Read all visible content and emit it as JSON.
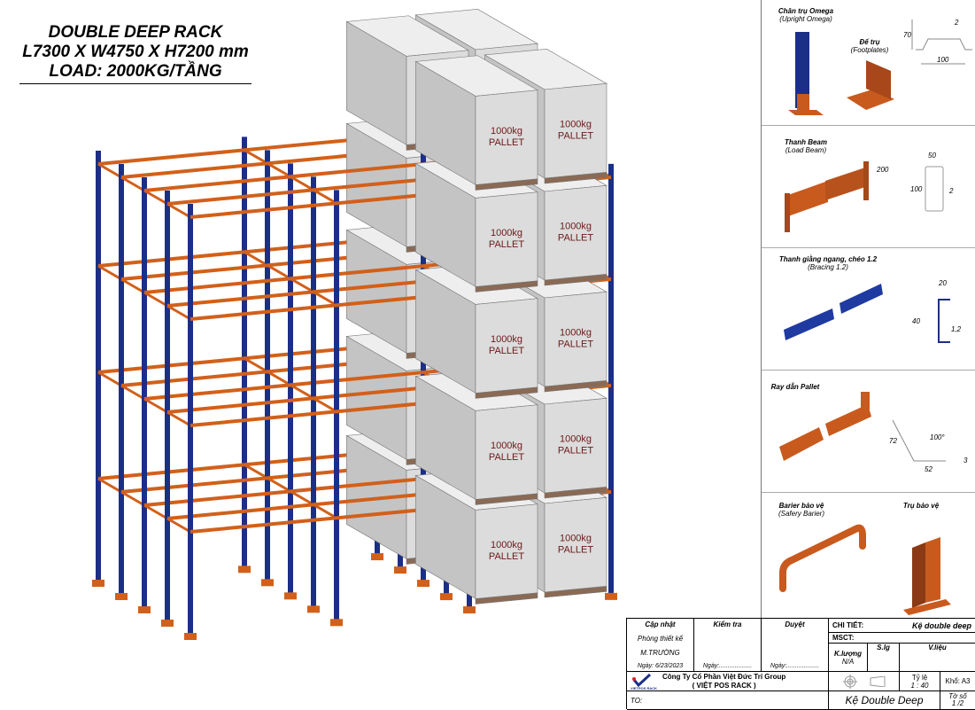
{
  "title": {
    "line1": "DOUBLE DEEP RACK",
    "line2": "L7300 X W4750 X H7200 mm",
    "line3": "LOAD: 2000KG/TẦNG"
  },
  "pallet": {
    "weight": "1000kg",
    "label": "PALLET"
  },
  "colors": {
    "upright": "#1c2f86",
    "beam": "#d2601a",
    "box": "#dcdcdc",
    "box_text": "#6b1a1a",
    "pallet": "#8a6a55"
  },
  "panel": {
    "upright": {
      "title": "Chân trụ Omega",
      "subtitle": "(Upright Omega)",
      "foot_title": "Đế trụ",
      "foot_subtitle": "(Footplates)",
      "dims": [
        "70",
        "2",
        "100"
      ]
    },
    "beam": {
      "title": "Thanh Beam",
      "subtitle": "(Load Beam)",
      "dims": [
        "200",
        "50",
        "100",
        "2"
      ]
    },
    "bracing": {
      "title": "Thanh giằng ngang, chéo 1.2",
      "subtitle": "(Bracing 1.2)",
      "dims": [
        "20",
        "40",
        "1,2"
      ]
    },
    "rail": {
      "title": "Ray dẫn Pallet",
      "dims": [
        "72",
        "100°",
        "52",
        "3"
      ]
    },
    "barrier": {
      "title": "Barier bảo vệ",
      "subtitle": "(Safery Barier)",
      "post_title": "Trụ bảo vệ"
    }
  },
  "titleblock": {
    "update": "Cập nhật",
    "dept": "Phòng thiết kế",
    "designer": "M.TRƯỜNG",
    "date1": "Ngày: 6/23/2023",
    "check": "Kiểm tra",
    "date2": "Ngày:...................",
    "approve": "Duyệt",
    "date3": "Ngày:...................",
    "detail_label": "CHI TIẾT:",
    "detail_value": "Kệ double deep",
    "msct": "MSCT:",
    "weight_label": "K.lượng",
    "weight_value": "N/A",
    "qty_label": "S.lg",
    "material_label": "V.liệu",
    "company": "Công Ty Cổ Phần Việt Đức Trí Group",
    "brand": "( VIỆT POS RACK )",
    "logo_text": "VIETPOS RACK",
    "scale_label": "Tỷ lệ",
    "scale_value": "1 : 40",
    "size": "Khổ: A3",
    "to": "TO:",
    "drawing_name": "Kệ Double Deep",
    "sheet_label": "Tờ số",
    "sheet_value": "1 /2"
  }
}
